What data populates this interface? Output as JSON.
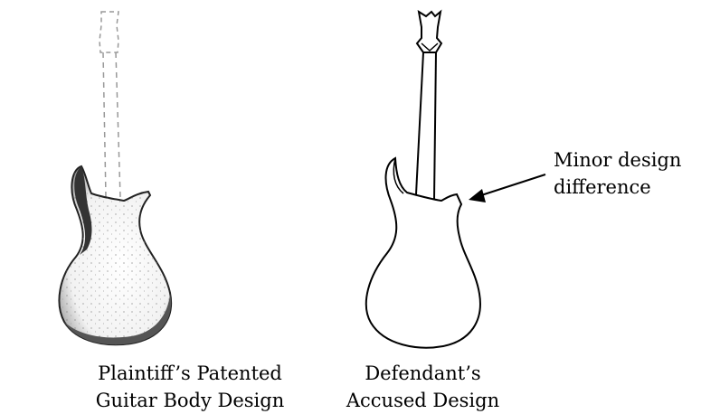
{
  "captions": {
    "left": {
      "line1": "Plaintiff’s Patented",
      "line2": "Guitar Body Design"
    },
    "right": {
      "line1": "Defendant’s",
      "line2": "Accused Design"
    }
  },
  "annotation": {
    "line1": "Minor design",
    "line2": "difference"
  }
}
